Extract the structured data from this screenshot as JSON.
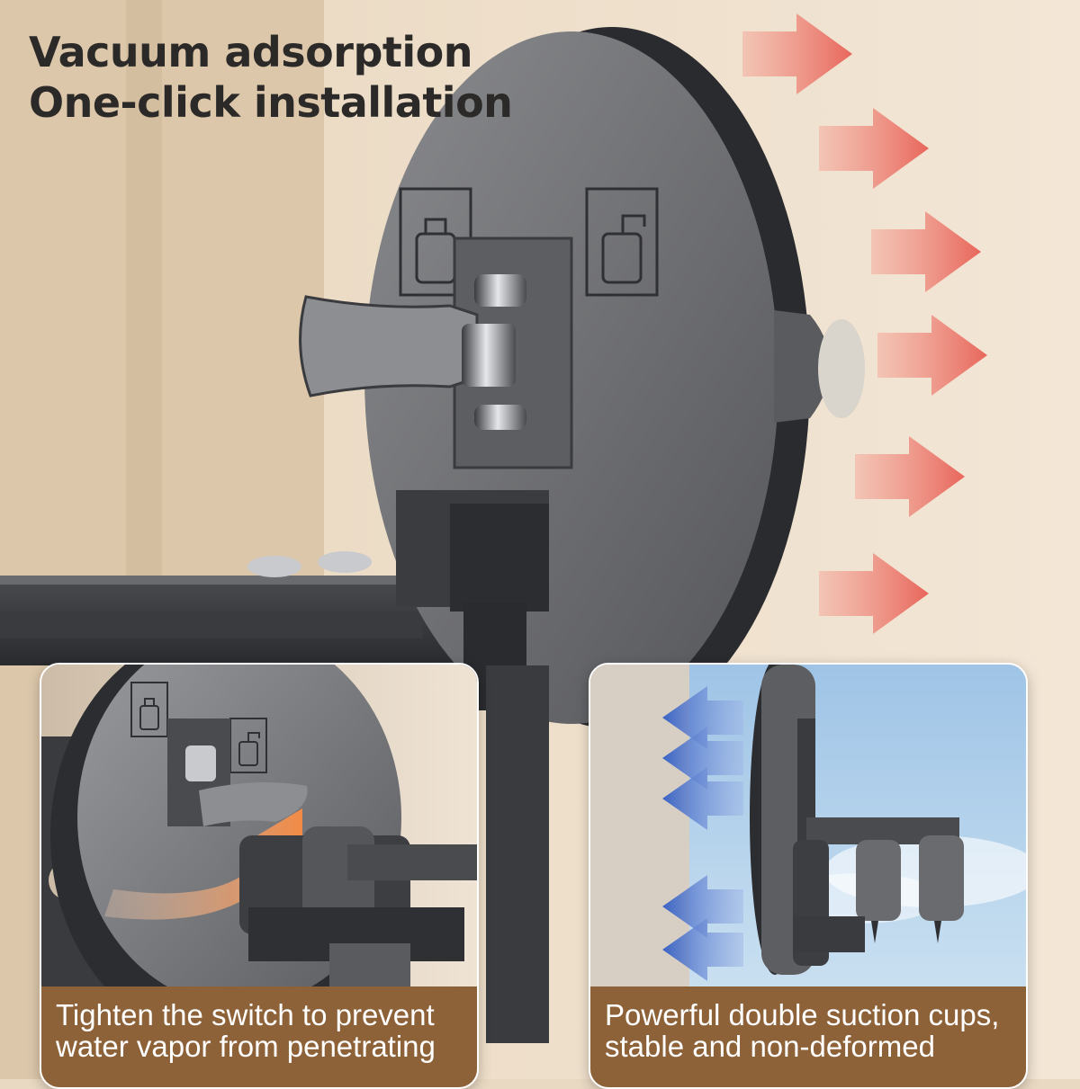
{
  "headline": {
    "line1": "Vacuum adsorption",
    "line2": "One-click installation"
  },
  "insets": {
    "left": {
      "caption_line1": "Tighten the switch to prevent",
      "caption_line2": "water vapor from penetrating"
    },
    "right": {
      "caption_line1": "Powerful double suction cups,",
      "caption_line2": "stable and non-deformed"
    }
  },
  "icons": {
    "lock": "lock-closed-icon",
    "unlock": "lock-open-icon",
    "push_arrows": "arrow-right-icon",
    "pull_arrows": "arrow-left-icon",
    "rotate_arrow": "curved-arrow-icon"
  },
  "colors": {
    "wall": "#e9d9c3",
    "metal": "#6e6f72",
    "dark_metal": "#2f3033",
    "red_arrow": "#e8665b",
    "blue_arrow": "#3a63c4",
    "orange_arrow": "#f28a45",
    "caption_band": "#8e6238"
  }
}
